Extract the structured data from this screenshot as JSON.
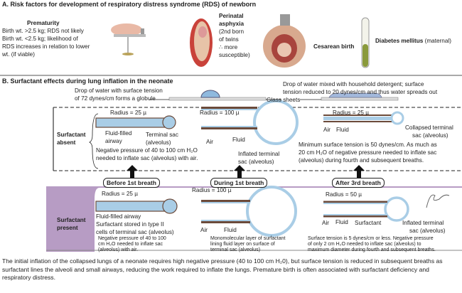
{
  "section_a": {
    "title": "A. Risk factors for development of respiratory distress syndrome (RDS) of newborn",
    "prematurity": {
      "heading": "Prematurity",
      "lines": [
        "Birth wt. >2.5 kg; RDS not likely",
        "Birth wt. <2.5 kg; likelihood of",
        "RDS increases in relation to lower",
        "wt. (if viable)"
      ]
    },
    "asphyxia": {
      "heading_1": "Perinatal",
      "heading_2": "asphyxia",
      "lines": [
        "(2nd born",
        "of twins",
        "∴ more",
        "susceptible)"
      ]
    },
    "cesarean": "Cesarean birth",
    "diabetes": {
      "heading": "Diabetes mellitus",
      "note": "(maternal)"
    }
  },
  "section_b": {
    "title": "B. Surfactant effects during lung inflation in the neonate",
    "drop_left": [
      "Drop of water with surface tension",
      "of 72 dynes/cm forms a globule"
    ],
    "drop_right": [
      "Drop of water mixed with household detergent; surface",
      "tension reduced to 20 dynes/cm and thus water spreads out"
    ],
    "glass": "Glass sheets",
    "absent": {
      "label_1": "Surfactant",
      "label_2": "absent",
      "p1": {
        "radius": "Radius = 25 µ",
        "airway": [
          "Fluid-filled",
          "airway"
        ],
        "sac": [
          "Terminal sac",
          "(alveolus)"
        ],
        "note": [
          "Negative pressure of 40 to 100 cm H₂O",
          "needed to inflate sac (alveolus) with air."
        ]
      },
      "p2": {
        "radius": "Radius = 100 µ",
        "air": "Air",
        "fluid": "Fluid",
        "sac": [
          "Inflated terminal",
          "sac (alveolus)"
        ]
      },
      "p3": {
        "radius": "Radius = 25 µ",
        "air": "Air",
        "fluid": "Fluid",
        "sac": [
          "Collapsed terminal",
          "sac (alveolus)"
        ],
        "note": [
          "Minimum surface tension is 50 dynes/cm. As much as",
          "20 cm H₂O of negative pressure needed to inflate sac",
          "(alveolus) during fourth and subsequent breaths."
        ]
      }
    },
    "stages": [
      "Before 1st breath",
      "During 1st breath",
      "After 3rd breath"
    ],
    "present": {
      "label_1": "Surfactant",
      "label_2": "present",
      "p1": {
        "radius": "Radius = 25 µ",
        "airway": "Fluid-filled airway",
        "stored": [
          "Surfactant stored in type II",
          "cells of terminal sac (alveolus)"
        ],
        "note": [
          "Negative pressure of 40 to 100",
          "cm H₂O needed to inflate sac",
          "(alveolus) with air."
        ]
      },
      "p2": {
        "radius": "Radius = 100 µ",
        "air": "Air",
        "fluid": "Fluid",
        "note": [
          "Monomolecular layer of surfactant",
          "lining fluid layer on surface of",
          "terminal sac (alveolus)"
        ]
      },
      "p3": {
        "radius": "Radius = 50 µ",
        "air": "Air",
        "fluid": "Fluid",
        "surfactant": "Surfactant",
        "sac": [
          "Inflated terminal",
          "sac (alveolus)"
        ],
        "note": [
          "Surface tension is 5 dynes/cm or less. Negative pressure",
          "of only 2 cm H₂O needed to inflate sac (alveolus) to",
          "maximum diameter during fourth and subsequent breaths."
        ]
      }
    },
    "signature": "F. Netter M.D."
  },
  "caption": "The initial inflation of the collapsed lungs of a neonate requires high negative pressure (40 to 100 cm H₂0), but surface tension is reduced in subsequent breaths as surfactant lines the alveoli and small airways, reducing the work required to inflate the lungs. Premature birth is often associated with surfactant deficiency and respiratory distress.",
  "colors": {
    "fluid": "#a9cde6",
    "wall": "#6b4a3a",
    "purple": "#b79cc4"
  }
}
